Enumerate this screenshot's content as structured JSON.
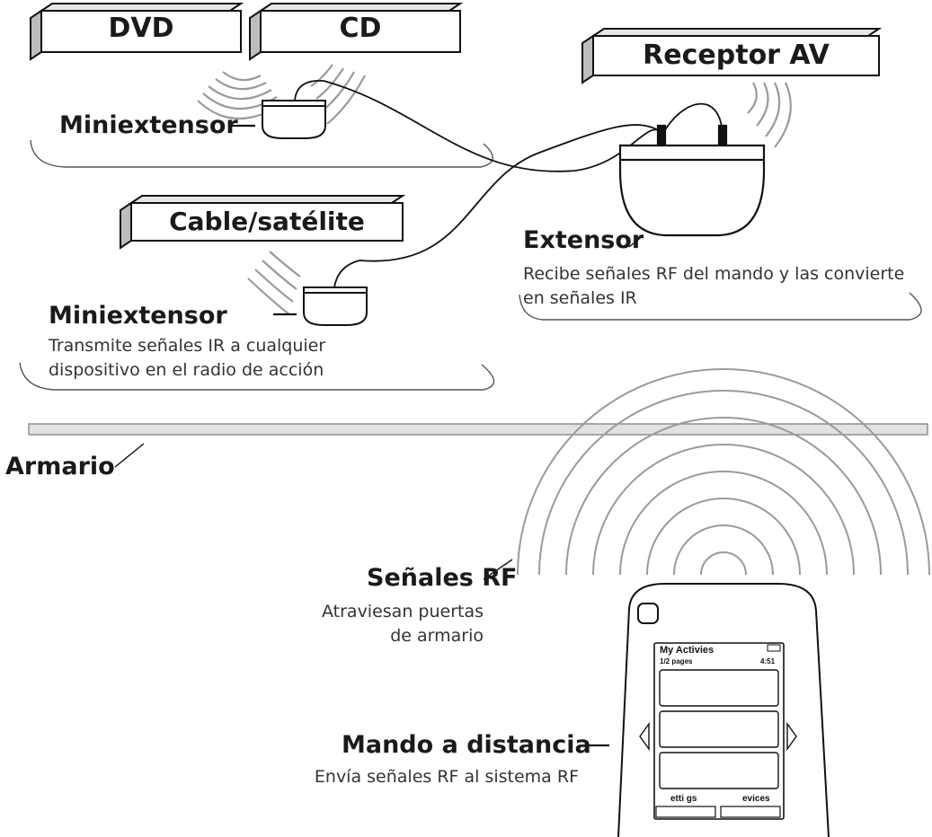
{
  "devices": {
    "dvd": "DVD",
    "cd": "CD",
    "receiver": "Receptor AV",
    "cable": "Cable/satélite"
  },
  "labels": {
    "mini_top": "Miniextensor",
    "mini_bottom": "Miniextensor",
    "mini_bottom_desc": "Transmite señales IR a cualquier dispositivo en el radio de acción",
    "extensor": "Extensor",
    "extensor_desc": "Recibe señales RF del mando y las convierte en señales IR",
    "armario": "Armario",
    "rf": "Señales RF",
    "rf_desc": "Atraviesan puertas de armario",
    "remote": "Mando a distancia",
    "remote_desc": "Envía señales RF al sistema RF"
  },
  "remote_screen": {
    "title": "My Activies",
    "pages": "1/2 pages",
    "time": "4:51",
    "left_button": "etti gs",
    "right_button": "evices"
  }
}
